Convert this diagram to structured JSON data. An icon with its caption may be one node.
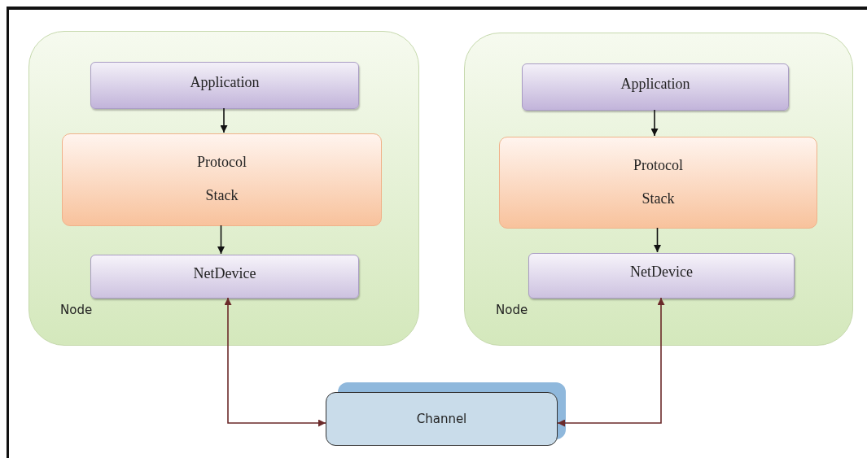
{
  "diagram": {
    "nodes": [
      {
        "text": [
          "Node"
        ]
      },
      {
        "text": [
          "Application"
        ],
        "in": 0
      },
      {
        "text": [
          "Protocol Stack"
        ],
        "in": 0
      },
      {
        "text": [
          "NetDevice"
        ],
        "in": 0
      },
      {
        "text": [
          "Node"
        ]
      },
      {
        "text": [
          "Application"
        ],
        "in": 4
      },
      {
        "text": [
          "Protocol Stack"
        ],
        "in": 4
      },
      {
        "text": [
          "NetDevice"
        ],
        "in": 4
      },
      {
        "text": [
          "Channel"
        ]
      }
    ],
    "edges": [
      {
        "from": 1,
        "to": 2,
        "arrow": "to"
      },
      {
        "from": 2,
        "to": 3,
        "arrow": "to"
      },
      {
        "from": 3,
        "to": 8,
        "arrow": "both",
        "color": "#6b2a2a"
      },
      {
        "from": 5,
        "to": 6,
        "arrow": "to"
      },
      {
        "from": 6,
        "to": 7,
        "arrow": "to"
      },
      {
        "from": 7,
        "to": 8,
        "arrow": "both",
        "color": "#6b2a2a"
      }
    ]
  }
}
